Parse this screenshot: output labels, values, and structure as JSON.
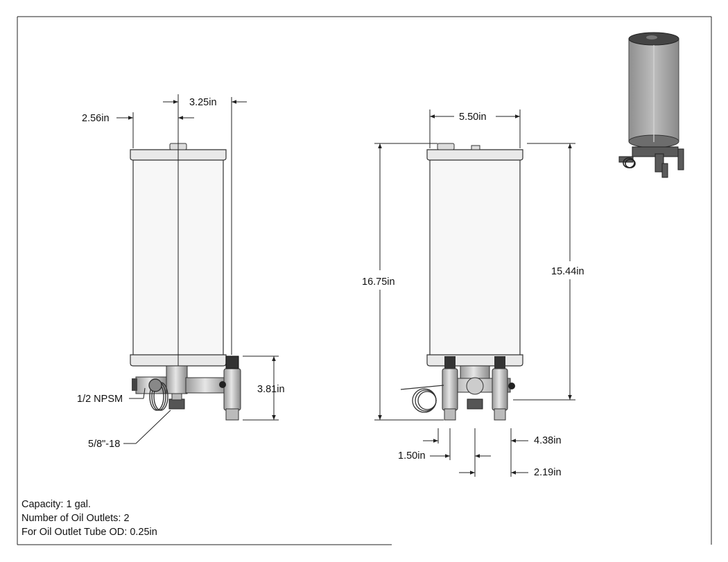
{
  "dimensions": {
    "side_view": {
      "width_left": "2.56in",
      "width_right": "3.25in",
      "base_height": "3.81in",
      "port_label": "1/2 NPSM",
      "thread_label": "5/8\"-18"
    },
    "front_view": {
      "width": "5.50in",
      "overall_height": "16.75in",
      "tank_height": "15.44in",
      "outlet_spacing_left": "1.50in",
      "outlet_spacing_right": "4.38in",
      "outlet_center": "2.19in"
    }
  },
  "notes": [
    "Capacity: 1 gal.",
    "Number of Oil Outlets: 2",
    "For Oil Outlet Tube OD: 0.25in"
  ],
  "colors": {
    "tank_fill": "#f7f7f7",
    "metal": "#cfcfcf",
    "iso_tank": "#a6a6a6",
    "line": "#222222"
  }
}
